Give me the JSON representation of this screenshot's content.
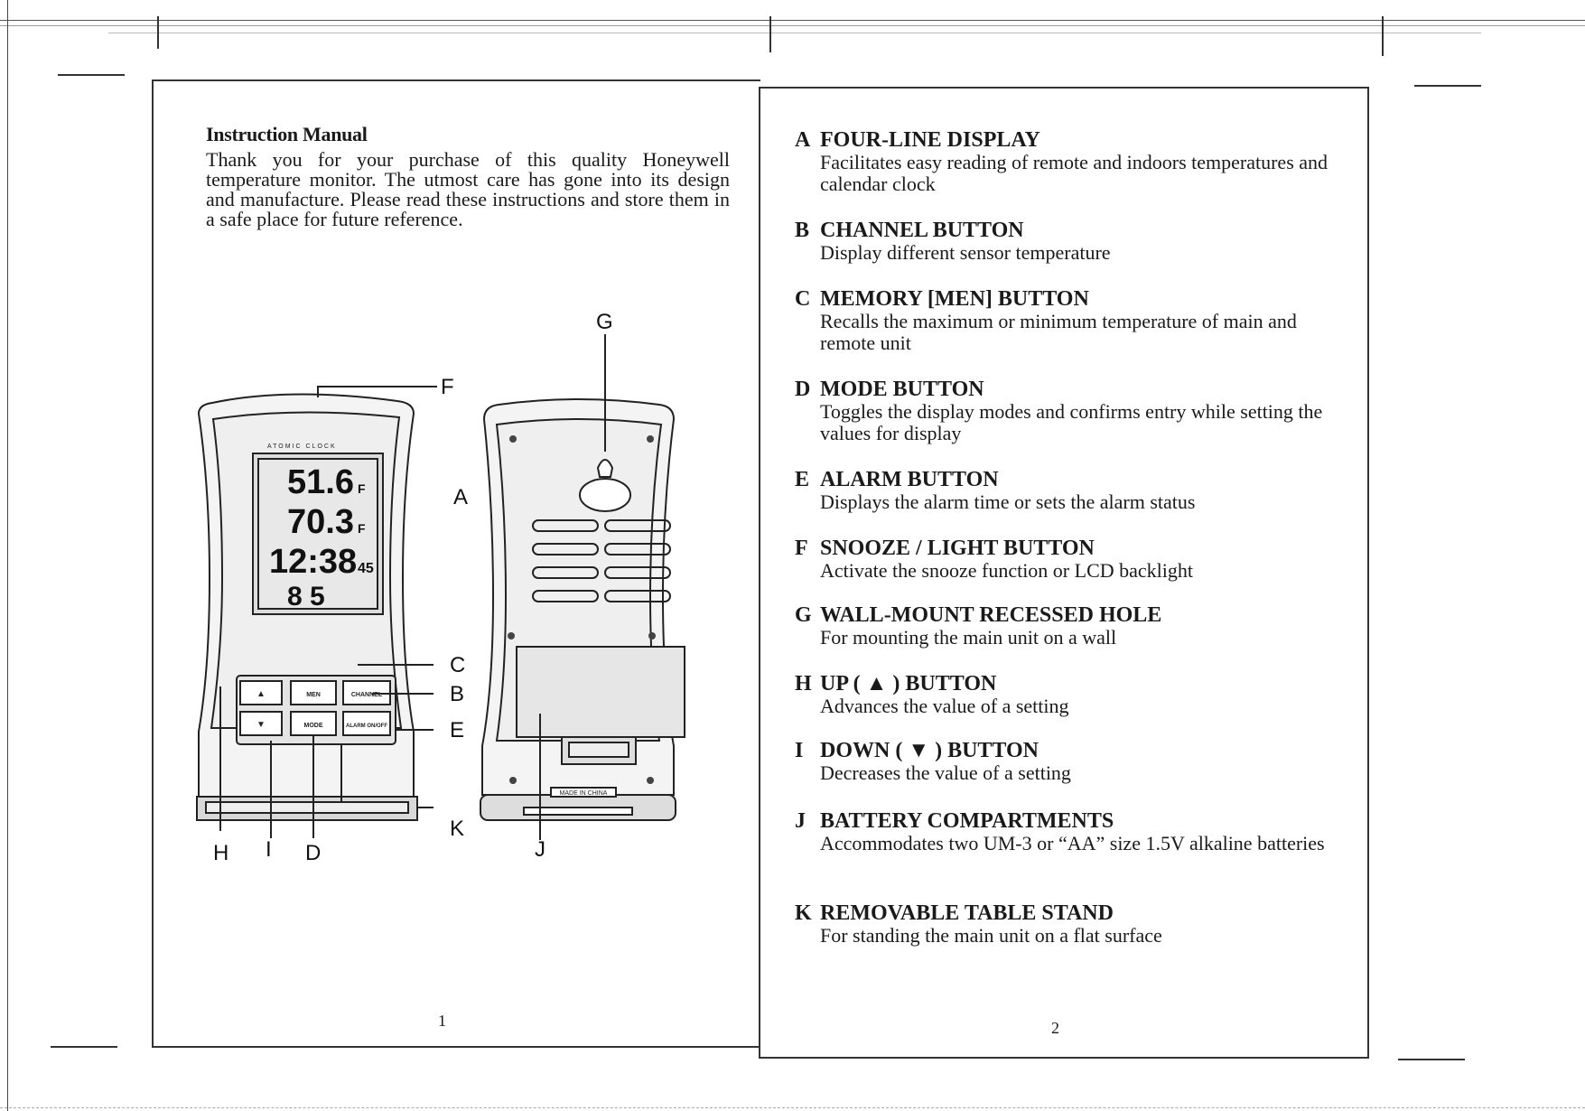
{
  "left": {
    "title": "Instruction Manual",
    "intro": "Thank you for your purchase of this quality Honeywell temperature monitor. The utmost care has gone into its design and manufacture.  Please read these instructions and store them in a safe place for future reference.",
    "page_number": "1"
  },
  "right": {
    "page_number": "2",
    "items": [
      {
        "letter": "A",
        "title": "FOUR-LINE DISPLAY",
        "desc": "Facilitates easy reading of remote and indoors temperatures and calendar clock"
      },
      {
        "letter": "B",
        "title": "CHANNEL BUTTON",
        "desc": "Display different sensor temperature"
      },
      {
        "letter": "C",
        "title": "MEMORY [MEN] BUTTON",
        "desc": "Recalls the maximum or minimum temperature of main and remote unit"
      },
      {
        "letter": "D",
        "title": "MODE BUTTON",
        "desc": "Toggles the display modes and confirms entry while setting the values for display"
      },
      {
        "letter": "E",
        "title": "ALARM BUTTON",
        "desc": "Displays the alarm time or sets the alarm status"
      },
      {
        "letter": "F",
        "title": "SNOOZE / LIGHT BUTTON",
        "desc": "Activate the snooze function or LCD backlight"
      },
      {
        "letter": "G",
        "title": "WALL-MOUNT RECESSED HOLE",
        "desc": "For mounting the main unit on a wall"
      },
      {
        "letter": "H",
        "title": "UP ( ▲ ) BUTTON",
        "desc": "Advances the value of a setting"
      },
      {
        "letter": "I",
        "title": "DOWN ( ▼ ) BUTTON",
        "desc": "Decreases the value of a setting"
      },
      {
        "letter": "J",
        "title": "BATTERY COMPARTMENTS",
        "desc": "Accommodates two UM-3 or “AA” size 1.5V alkaline batteries"
      },
      {
        "letter": "K",
        "title": "REMOVABLE TABLE STAND",
        "desc": "For standing the main unit on a flat surface"
      }
    ]
  },
  "diagram": {
    "callouts": {
      "A": "A",
      "B": "B",
      "C": "C",
      "D": "D",
      "E": "E",
      "F": "F",
      "G": "G",
      "H": "H",
      "I": "I",
      "J": "J",
      "K": "K"
    },
    "brand_text": "ATOMIC CLOCK",
    "lcd": {
      "line1": "51.6",
      "line2": "70.3",
      "line3": "12:38",
      "seconds": "45",
      "line4": "8  5",
      "unit": "F"
    },
    "buttons": {
      "men": "MEN",
      "channel": "CHANNEL",
      "mode": "MODE",
      "alarm": "ALARM ON/OFF",
      "up": "▲",
      "down": "▼"
    },
    "made_in": "MADE IN CHINA"
  }
}
